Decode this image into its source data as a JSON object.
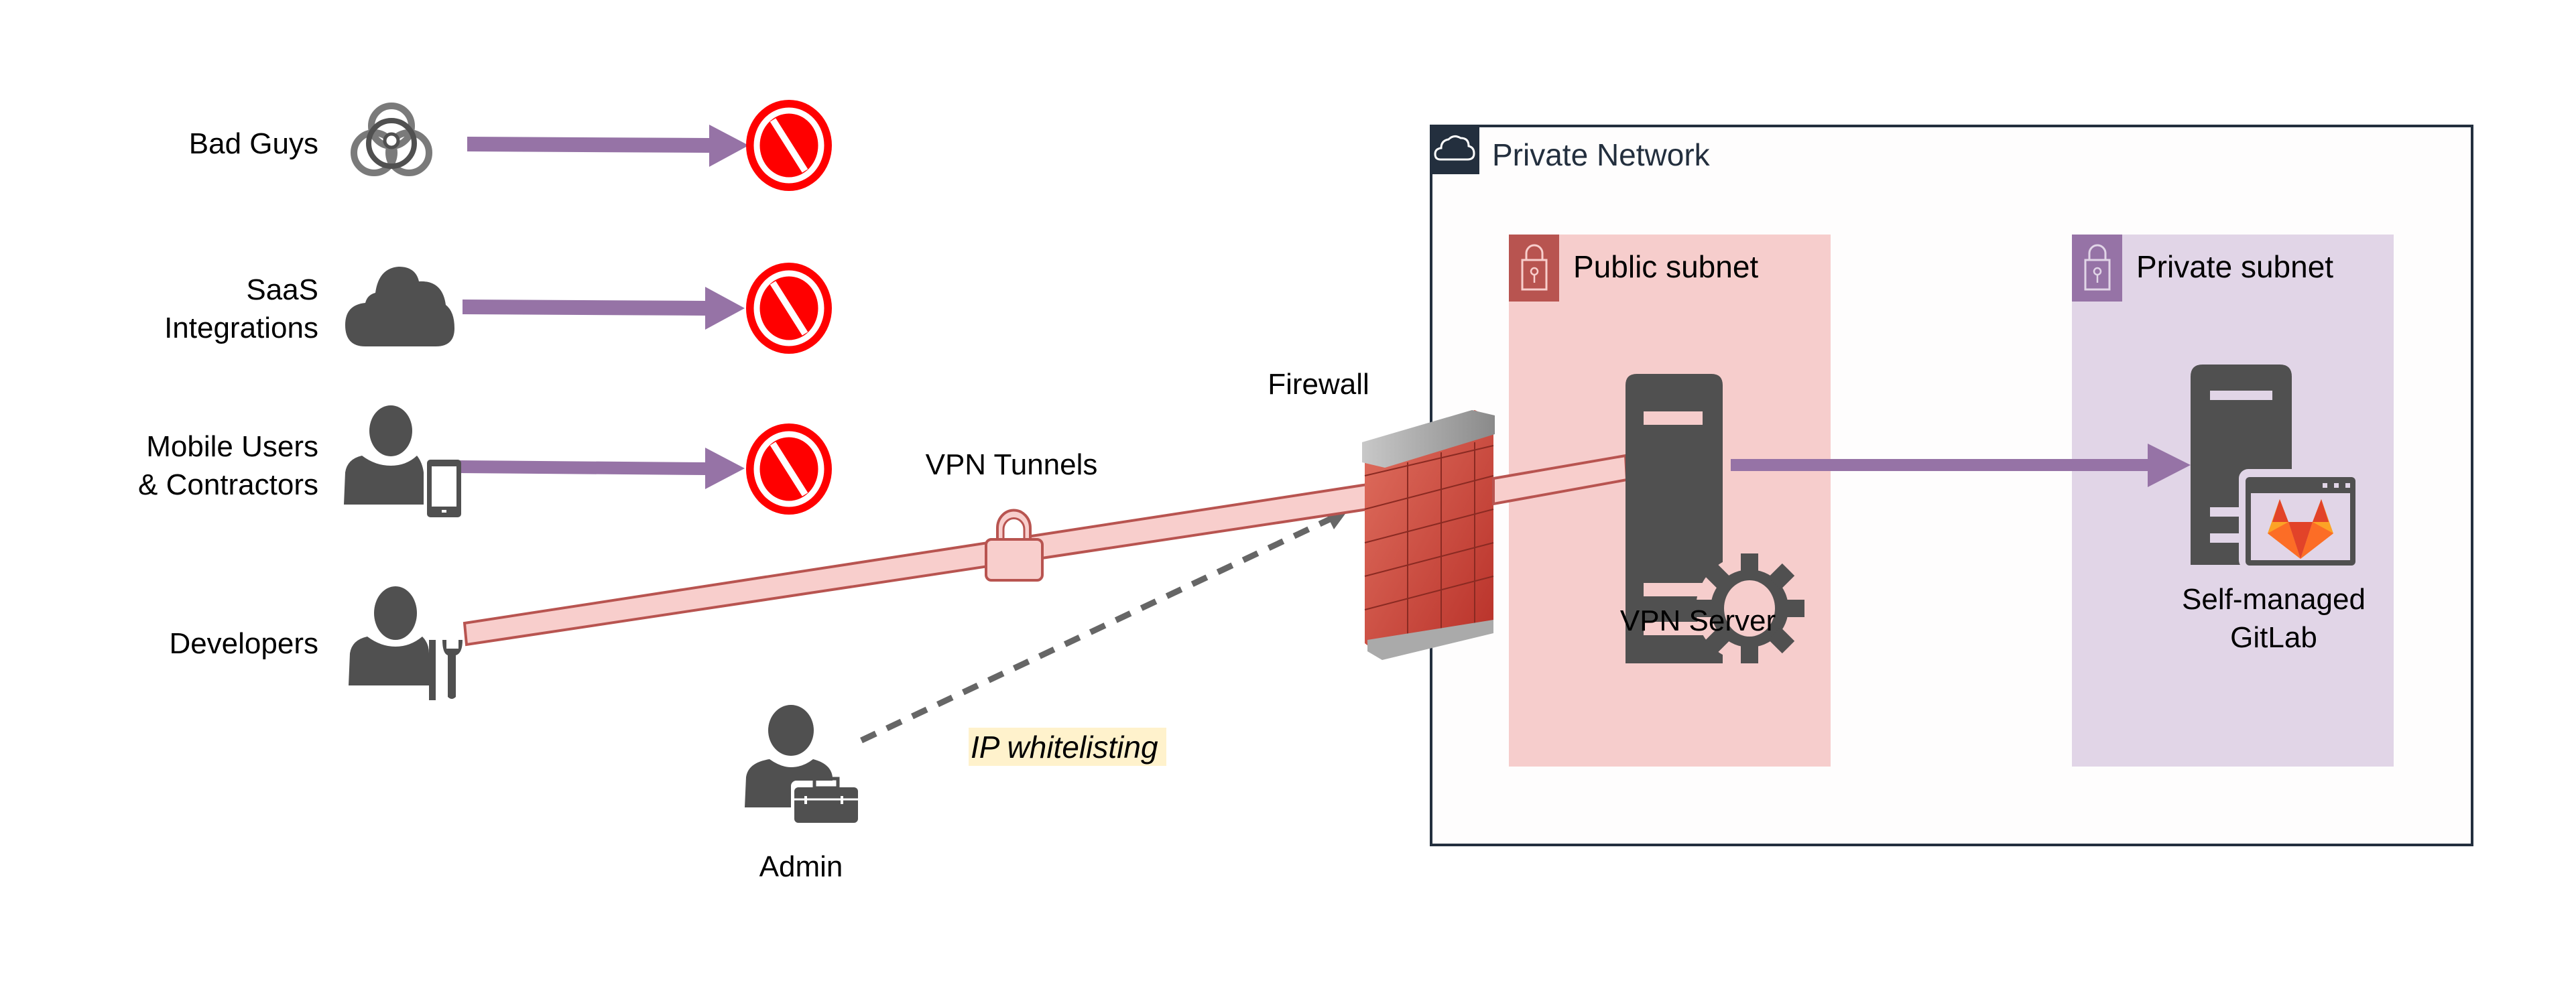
{
  "sources": [
    {
      "id": "bad-guys",
      "label_lines": [
        "Bad Guys"
      ],
      "icon": "biohazard-icon",
      "status": "blocked"
    },
    {
      "id": "saas-integrations",
      "label_lines": [
        "SaaS",
        "Integrations"
      ],
      "icon": "cloud-icon",
      "status": "blocked"
    },
    {
      "id": "mobile-users",
      "label_lines": [
        "Mobile Users",
        "& Contractors"
      ],
      "icon": "mobile-user-icon",
      "status": "blocked"
    },
    {
      "id": "developers",
      "label_lines": [
        "Developers"
      ],
      "icon": "developer-icon",
      "status": "vpn"
    }
  ],
  "admin": {
    "label": "Admin",
    "icon": "admin-toolbox-icon",
    "connection_label": "IP whitelisting"
  },
  "vpn_tunnel": {
    "label": "VPN Tunnels",
    "icon": "padlock-icon"
  },
  "firewall": {
    "label": "Firewall",
    "icon": "firewall-icon"
  },
  "private_network": {
    "title": "Private Network",
    "icon": "cloud-outline-icon",
    "subnets": [
      {
        "title": "Public subnet",
        "icon": "padlock-icon",
        "color": "#f6cdcc",
        "badge_color": "#b85450",
        "node": {
          "label_lines": [
            "VPN Server"
          ],
          "icon": "server-gear-icon"
        }
      },
      {
        "title": "Private subnet",
        "icon": "padlock-icon",
        "color": "#e1d5e7",
        "badge_color": "#9673a6",
        "node": {
          "label_lines": [
            "Self-managed",
            "GitLab"
          ],
          "icon": "server-gitlab-icon"
        }
      }
    ]
  },
  "colors": {
    "arrow": "#9673a6",
    "blocked": "#ff0000",
    "tunnel_fill": "#f8cecc",
    "tunnel_stroke": "#b85450",
    "icon_dark": "#505050",
    "network_border": "#232f3e",
    "highlight": "#fff2cc"
  }
}
